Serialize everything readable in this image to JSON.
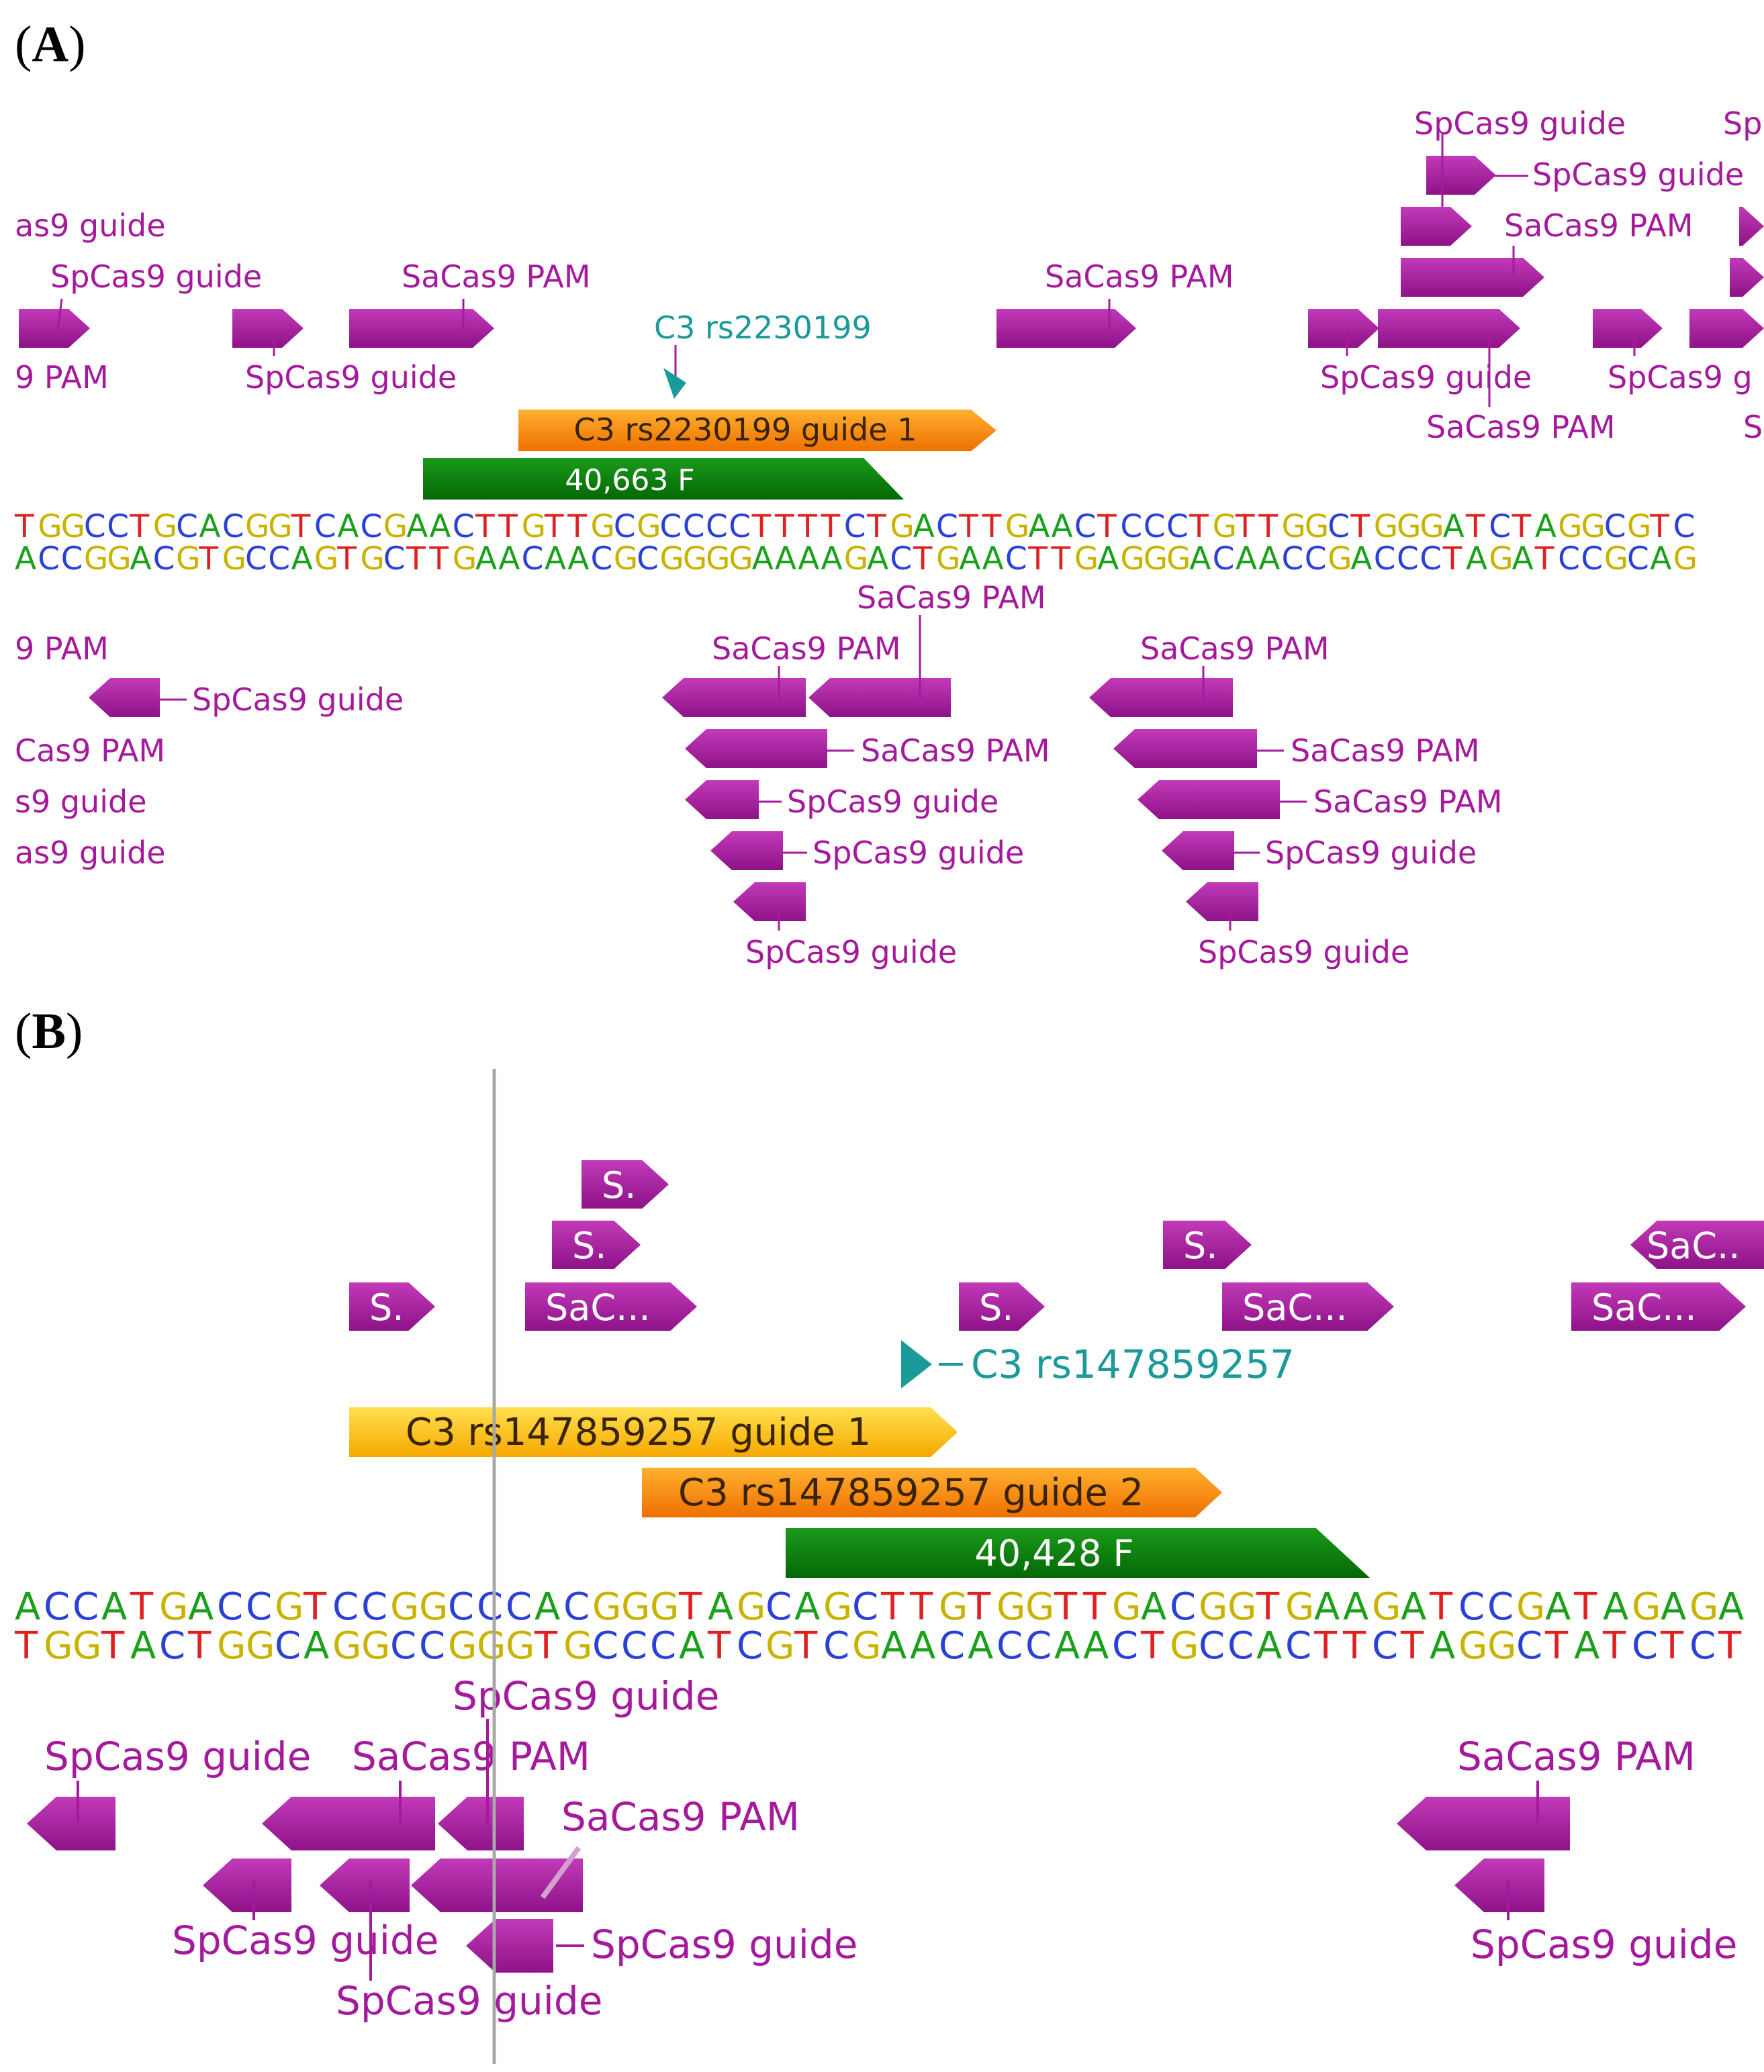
{
  "panels": [
    {
      "label": "A",
      "snp_label": "C3 rs2230199",
      "guide_labels": [
        "C3 rs2230199 guide 1"
      ],
      "primer_label": "40,663 F",
      "sequence_top": "TGGCCTGCACGGTCACGAACTTGTTGCGCCCCTTTTCTGACTTGAACTCCCTGTTGGCTGGGATCTAGGCGTC",
      "sequence_bottom": "ACCGGACGTGCCAGTGCTTGAACAACGCGGGGAAAAGACTGAACTTGAGGGACAACCGACCCTAGATCCGCAG"
    },
    {
      "label": "B",
      "snp_label": "C3 rs147859257",
      "guide_labels": [
        "C3 rs147859257 guide 1",
        "C3 rs147859257 guide 2"
      ],
      "primer_label": "40,428 F",
      "sequence_top": "ACCATGACCGTCCGGCCCACGGGTAGCAGCTTGTGGTTGACGGTGAAGATCCGATAGAGA",
      "sequence_bottom": "TGGTACTGGCAGGCCGGGTGCCCATCGTCGAACACCAACTGCCACTTCTAGGCTATCTCT"
    }
  ],
  "feature_names": {
    "sp": "SpCas9 guide",
    "sa": "SaCas9 PAM",
    "sp_trunc_right": "Sp",
    "sp_trunc_g": "SpCas9 g",
    "sa_trunc_S": "S",
    "guide_trunc_left": "as9 guide",
    "pam_trunc_left": "9 PAM",
    "sa_trunc_left": "Cas9 PAM",
    "sp_trunc_left_s9": "s9 guide",
    "sp_trunc_left_as9": "as9 guide",
    "box_S": "S.",
    "box_SaC": "SaC..."
  },
  "colors": {
    "feature": "#a51a9c",
    "snp": "#1a9a98",
    "guide1": "#f5a500",
    "guide2": "#f07a00",
    "primer": "#0a7a0a",
    "A": "#1aa01a",
    "C": "#2a40d8",
    "G": "#c8b400",
    "T": "#e02020"
  }
}
